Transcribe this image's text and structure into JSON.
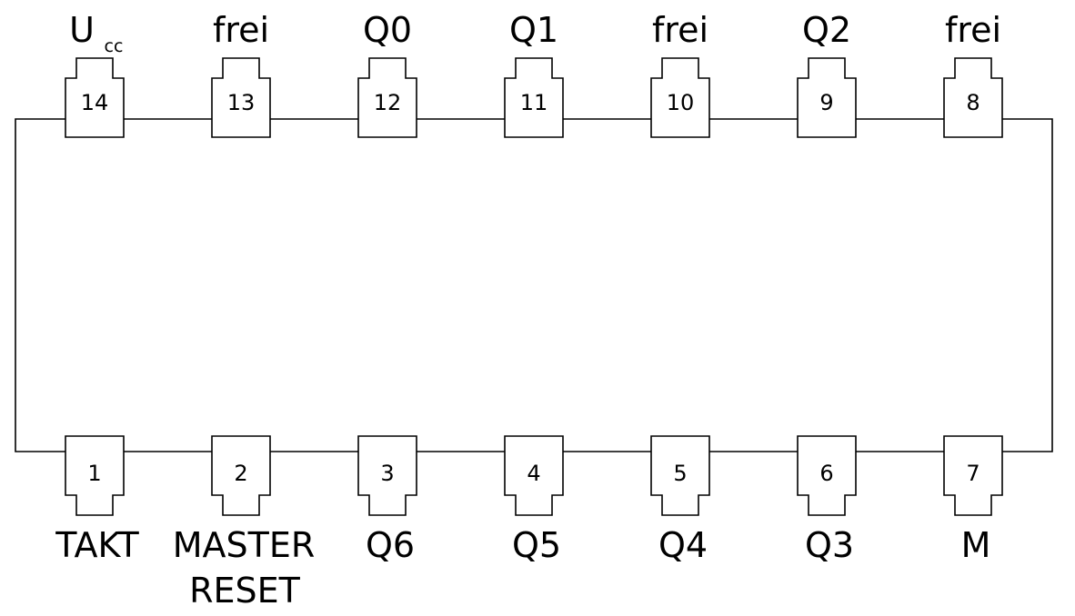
{
  "pins_top": [
    {
      "number": "14",
      "label": "U",
      "label_sub": "cc"
    },
    {
      "number": "13",
      "label": "frei"
    },
    {
      "number": "12",
      "label": "Q0"
    },
    {
      "number": "11",
      "label": "Q1"
    },
    {
      "number": "10",
      "label": "frei"
    },
    {
      "number": "9",
      "label": "Q2"
    },
    {
      "number": "8",
      "label": "frei"
    }
  ],
  "pins_bottom": [
    {
      "number": "1",
      "label": "TAKT"
    },
    {
      "number": "2",
      "label": "MASTER",
      "label2": "RESET"
    },
    {
      "number": "3",
      "label": "Q6"
    },
    {
      "number": "4",
      "label": "Q5"
    },
    {
      "number": "5",
      "label": "Q4"
    },
    {
      "number": "6",
      "label": "Q3"
    },
    {
      "number": "7",
      "label": "M"
    }
  ]
}
